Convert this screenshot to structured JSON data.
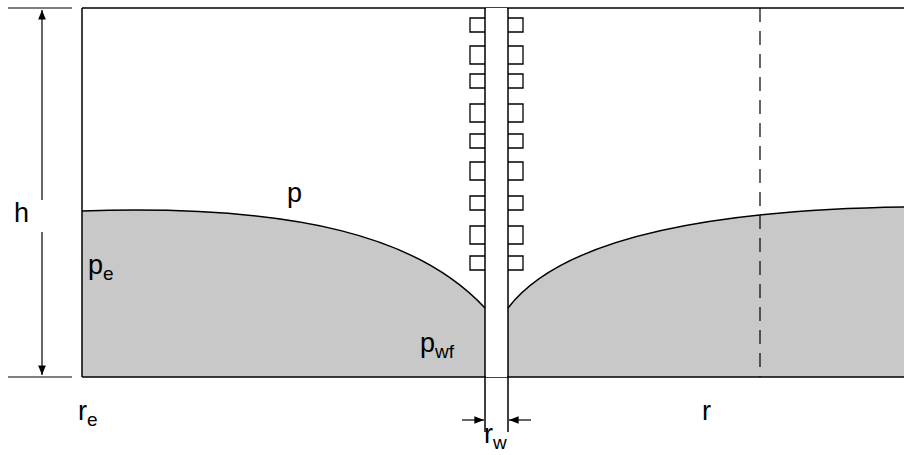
{
  "diagram": {
    "labels": [
      "h",
      "p",
      "pe",
      "pwf",
      "re",
      "rw",
      "r"
    ]
  }
}
